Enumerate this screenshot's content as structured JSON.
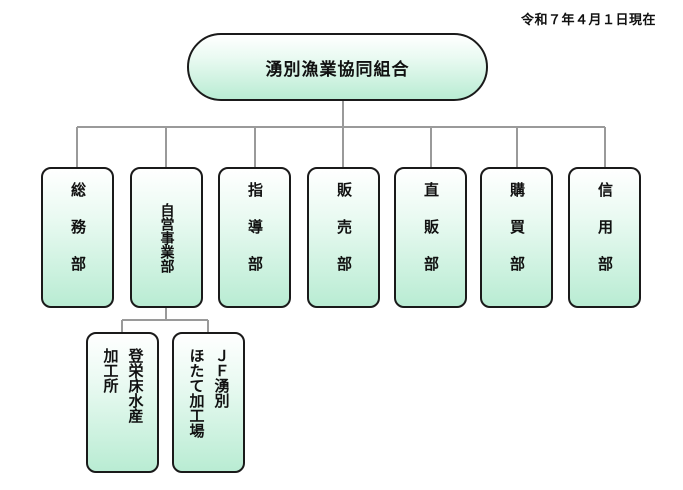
{
  "date": "令和７年４月１日現在",
  "root": {
    "name": "湧別漁業協同組合"
  },
  "departments": [
    {
      "name": "総務部",
      "spaced": true
    },
    {
      "name": "自営事業部",
      "spaced": false
    },
    {
      "name": "指導部",
      "spaced": true
    },
    {
      "name": "販売部",
      "spaced": true
    },
    {
      "name": "直販部",
      "spaced": true
    },
    {
      "name": "購買部",
      "spaced": true
    },
    {
      "name": "信用部",
      "spaced": true
    }
  ],
  "sub_units": [
    {
      "lines": [
        "登栄床水産",
        "加工所"
      ]
    },
    {
      "lines": [
        "ＪＦ湧別",
        "ほたて加工場"
      ]
    }
  ],
  "colors": {
    "line": "#9a9a9a",
    "border": "#1a1a1a",
    "fill_top": "#ffffff",
    "fill_bottom": "#b9ecd3"
  }
}
